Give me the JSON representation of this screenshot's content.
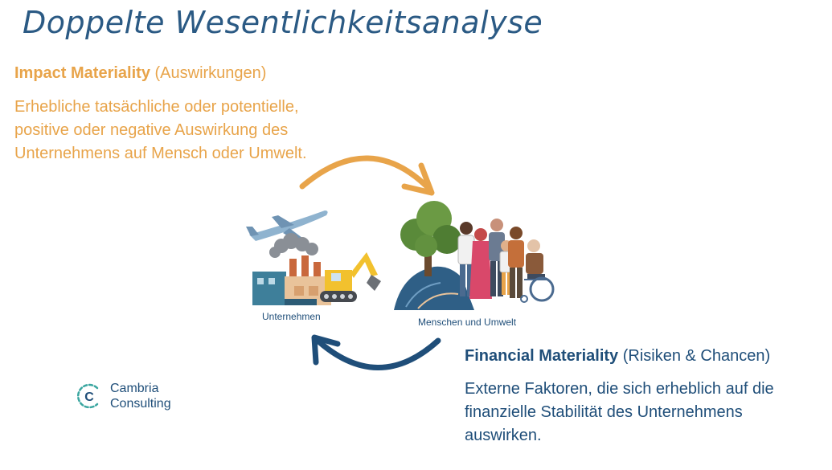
{
  "title": "Doppelte Wesentlichkeitsanalyse",
  "impact": {
    "heading_bold": "Impact Materiality",
    "heading_rest": " (Auswirkungen)",
    "description": "Erhebliche tatsächliche oder potentielle, positive oder negative Auswirkung des Unternehmens auf Mensch oder Umwelt.",
    "color": "#e8a44a"
  },
  "financial": {
    "heading_bold": "Financial Materiality",
    "heading_rest": " (Risiken & Chancen)",
    "description": "Externe Faktoren, die sich erheblich auf die finanzielle Stabilität des Unternehmens auswirken.",
    "color": "#1f4e79"
  },
  "diagram": {
    "left_label": "Unternehmen",
    "right_label": "Menschen und Umwelt",
    "left_icons": [
      "airplane-icon",
      "factory-icon",
      "excavator-icon",
      "smoke-icon"
    ],
    "right_icons": [
      "tree-icon",
      "river-icon",
      "people-group-icon",
      "wheelchair-icon"
    ]
  },
  "logo": {
    "line1": "Cambria",
    "line2": "Consulting",
    "mark": "C"
  }
}
